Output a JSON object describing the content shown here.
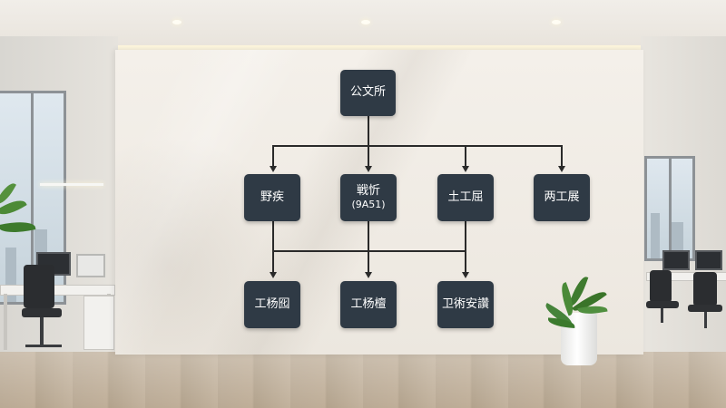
{
  "org_chart": {
    "root": {
      "label": "公文所"
    },
    "level2": [
      {
        "label": "野疾"
      },
      {
        "label": "戦忻",
        "sub": "(9A51)"
      },
      {
        "label": "土工屈"
      },
      {
        "label": "两工展"
      }
    ],
    "level3": [
      {
        "label": "工杨囮"
      },
      {
        "label": "工杨檀"
      },
      {
        "label": "卫術安讚"
      }
    ]
  },
  "colors": {
    "box": "#2f3a45",
    "box_text": "#ffffff",
    "connector": "#2a2a2a",
    "wall": "#f1ede6",
    "floor": "#bcae98",
    "plant_leaf": "#3f7b2f"
  },
  "icons": [
    "ceiling-downlight-icon",
    "potted-plant-icon",
    "office-chair-icon",
    "monitor-icon"
  ]
}
